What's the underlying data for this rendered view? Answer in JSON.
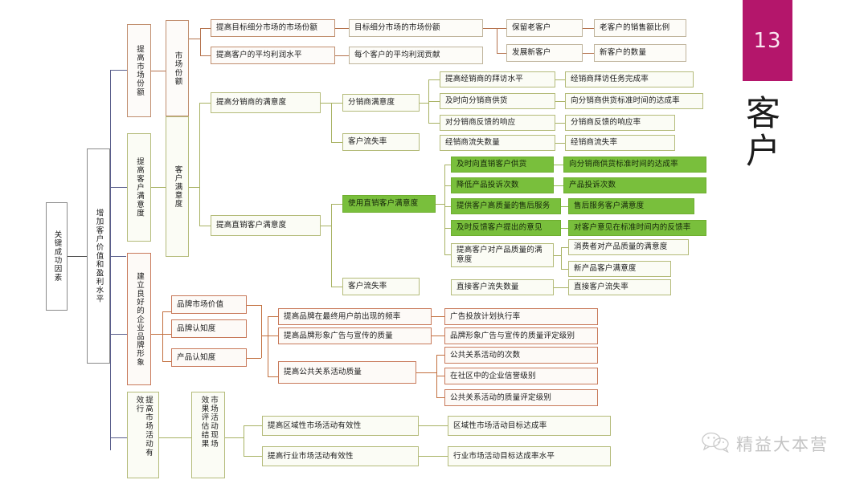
{
  "slide": {
    "page_number": "13",
    "section_title": "客户",
    "accent_color": "#b4166b",
    "watermark_text": "精益大本营",
    "watermark_icon": "wechat-icon"
  },
  "nodes": {
    "root": "关键成功因素",
    "level1": "增加客户价值和盈利水平",
    "level2": [
      "提高市场份额",
      "提高客户满意度",
      "建立良好的企业品牌形象",
      "提高市场活动有效性"
    ],
    "level2_col4_lines": [
      "提高市场活动有",
      "效行"
    ],
    "level3": [
      "市场份额",
      "客户满意度"
    ],
    "level3_market_eval_lines": [
      "市场活动现场",
      "效果评估结果"
    ],
    "market_share_drivers": [
      "提高目标细分市场的市场份额",
      "提高客户的平均利润水平"
    ],
    "market_share_measures": [
      "目标细分市场的市场份额",
      "每个客户的平均利润贡献"
    ],
    "customer_actions": [
      "保留老客户",
      "发展新客户"
    ],
    "customer_action_measures": [
      "老客户的销售额比例",
      "新客户的数量"
    ],
    "distributor_branch": {
      "driver": "提高分销商的满意度",
      "groups": [
        {
          "label": "分销商满意度",
          "items": [
            {
              "action": "提高经销商的拜访水平",
              "measure": "经销商拜访任务完成率"
            },
            {
              "action": "及时向分销商供货",
              "measure": "向分销商供货标准时间的达成率"
            },
            {
              "action": "对分销商反馈的响应",
              "measure": "分销商反馈的响应率"
            }
          ]
        },
        {
          "label": "客户流失率",
          "items": [
            {
              "action": "经销商流失数量",
              "measure": "经销商流失率"
            }
          ]
        }
      ]
    },
    "direct_branch": {
      "driver": "提高直销客户满意度",
      "groups": [
        {
          "label": "使用直销客户满意度",
          "items": [
            {
              "action": "及时向直销客户供货",
              "measure": "向分销商供货标准时间的达成率",
              "highlight": true
            },
            {
              "action": "降低产品投诉次数",
              "measure": "产品投诉次数",
              "highlight": true
            },
            {
              "action": "提供客户高质量的售后服务",
              "measure": "售后服务客户满意度",
              "highlight": true
            },
            {
              "action": "及时反馈客户提出的意见",
              "measure": "对客户意见在标准时间内的反馈率",
              "highlight": true
            },
            {
              "action": "提高客户对产品质量的满意度",
              "measure": "消费者对产品质量的满意度",
              "measure2": "新产品客户满意度",
              "highlight": false
            }
          ]
        },
        {
          "label": "客户流失率",
          "items": [
            {
              "action": "直接客户流失数量",
              "measure": "直接客户流失率"
            }
          ]
        }
      ]
    },
    "brand_branch": {
      "aspects": [
        "品牌市场价值",
        "品牌认知度",
        "产品认知度"
      ],
      "actions": [
        {
          "action": "提高品牌在最终用户前出现的频率",
          "measures": [
            "广告投放计划执行率"
          ]
        },
        {
          "action": "提高品牌形象广告与宣传的质量",
          "measures": [
            "品牌形象广告与宣传的质量评定级别"
          ]
        },
        {
          "action": "提高公共关系活动质量",
          "measures": [
            "公共关系活动的次数",
            "在社区中的企业信誉级别",
            "公共关系活动的质量评定级别"
          ]
        }
      ]
    },
    "market_activity_branch": {
      "actions": [
        {
          "action": "提高区域性市场活动有效性",
          "measure": "区域性市场活动目标达成率"
        },
        {
          "action": "提高行业市场活动有效性",
          "measure": "行业市场活动目标达成率水平"
        }
      ]
    }
  }
}
